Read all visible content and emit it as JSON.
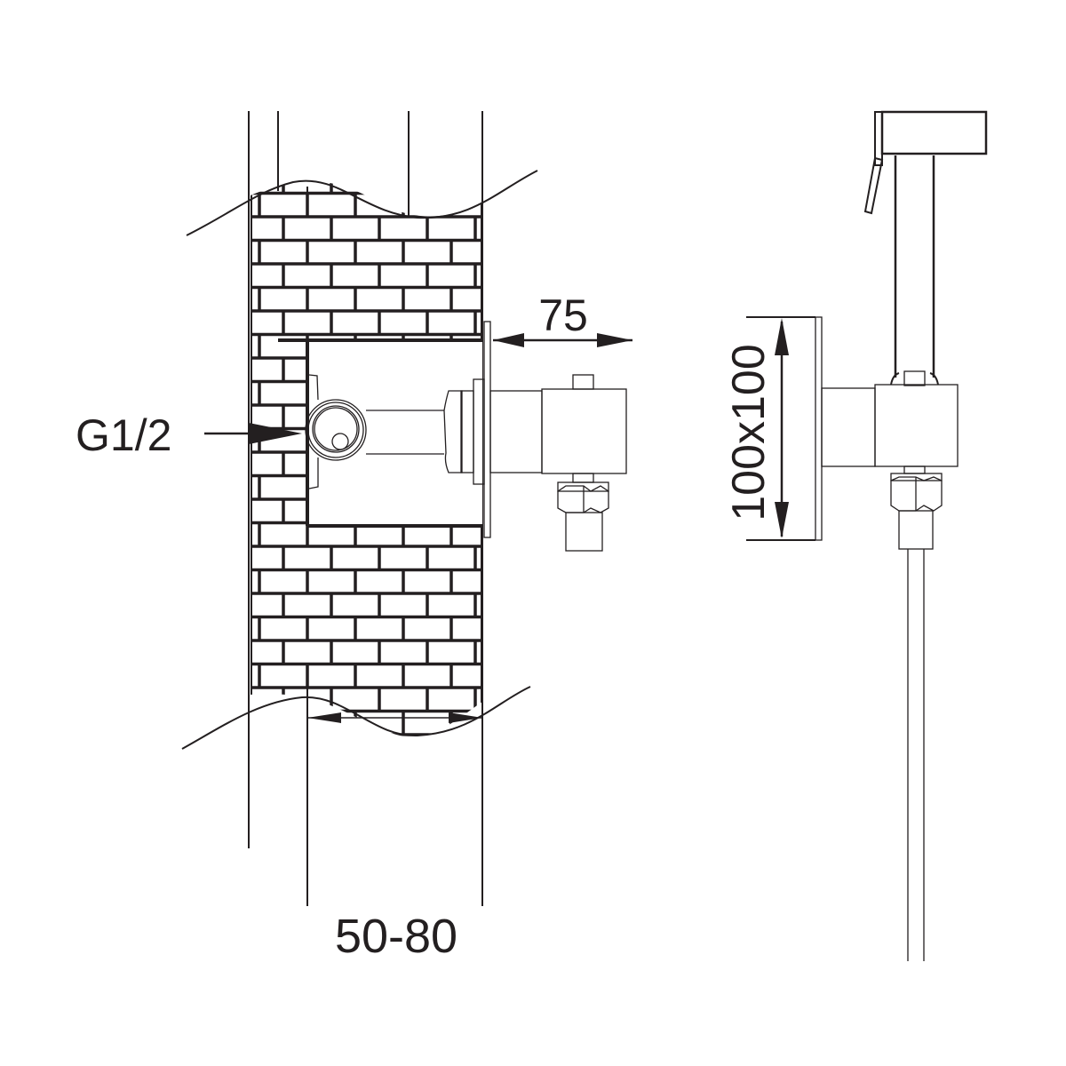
{
  "drawing": {
    "labels": {
      "thread": "G1/2",
      "projection": "75",
      "wall_thickness": "50-80",
      "plate_size": "100x100"
    },
    "colors": {
      "line": "#231f20",
      "background": "#ffffff"
    }
  }
}
